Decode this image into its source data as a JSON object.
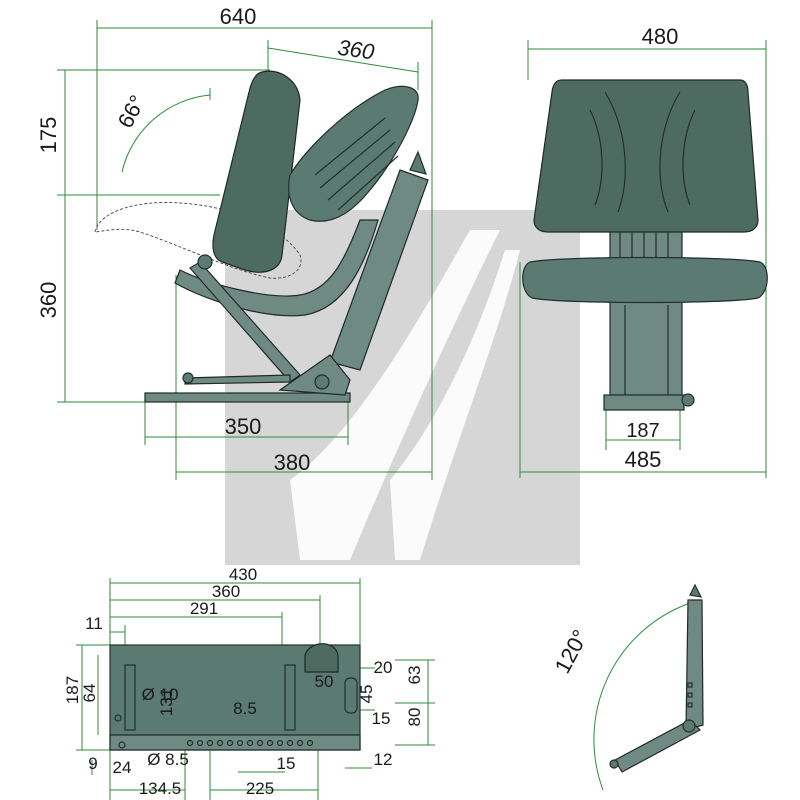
{
  "side_view": {
    "width_total": "640",
    "backrest_len": "360",
    "angle": "66°",
    "height_back": "175",
    "height_seat": "360",
    "rail_350": "350",
    "depth_380": "380"
  },
  "front_view": {
    "width_top": "480",
    "width_base_187": "187",
    "width_bottom": "485"
  },
  "base_plate": {
    "d430": "430",
    "d360": "360",
    "d291": "291",
    "d11": "11",
    "d187": "187",
    "d64": "64",
    "hole_d10": "Ø 10",
    "d131": "131",
    "d8_5_center": "8.5",
    "d20": "20",
    "d50": "50",
    "d45": "45",
    "d63": "63",
    "d15_right": "15",
    "d80": "80",
    "d9": "9",
    "d24": "24",
    "hole_d8_5": "Ø 8.5",
    "d134_5": "134.5",
    "d15_bottom": "15",
    "d225": "225",
    "d12": "12"
  },
  "tilt_view": {
    "angle": "120°"
  },
  "colors": {
    "dimension_line": "#2e8b3a",
    "seat_fill": "#5b7b72",
    "watermark": "#b5b5b5"
  }
}
